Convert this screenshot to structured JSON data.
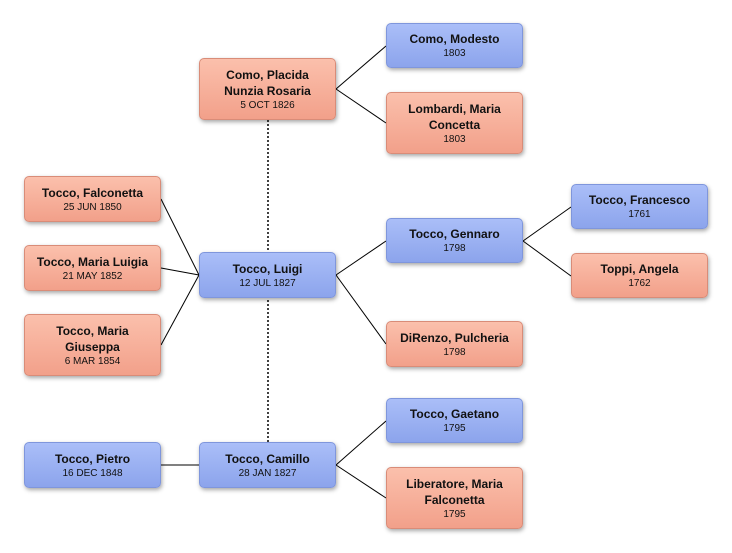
{
  "people": {
    "como_placida": {
      "name_lines": [
        "Como, Placida",
        "Nunzia Rosaria"
      ],
      "date": "5 OCT 1826"
    },
    "como_modesto": {
      "name_lines": [
        "Como, Modesto"
      ],
      "date": "1803"
    },
    "lombardi_maria": {
      "name_lines": [
        "Lombardi, Maria",
        "Concetta"
      ],
      "date": "1803"
    },
    "tocco_falconetta": {
      "name_lines": [
        "Tocco, Falconetta"
      ],
      "date": "25 JUN 1850"
    },
    "tocco_maria_luigia": {
      "name_lines": [
        "Tocco, Maria Luigia"
      ],
      "date": "21 MAY 1852"
    },
    "tocco_maria_giuseppa": {
      "name_lines": [
        "Tocco, Maria",
        "Giuseppa"
      ],
      "date": "6 MAR 1854"
    },
    "tocco_luigi": {
      "name_lines": [
        "Tocco, Luigi"
      ],
      "date": "12 JUL 1827"
    },
    "tocco_gennaro": {
      "name_lines": [
        "Tocco, Gennaro"
      ],
      "date": "1798"
    },
    "direnzo_pulcheria": {
      "name_lines": [
        "DiRenzo, Pulcheria"
      ],
      "date": "1798"
    },
    "tocco_francesco": {
      "name_lines": [
        "Tocco, Francesco"
      ],
      "date": "1761"
    },
    "toppi_angela": {
      "name_lines": [
        "Toppi, Angela"
      ],
      "date": "1762"
    },
    "tocco_pietro": {
      "name_lines": [
        "Tocco, Pietro"
      ],
      "date": "16 DEC 1848"
    },
    "tocco_camillo": {
      "name_lines": [
        "Tocco, Camillo"
      ],
      "date": "28 JAN 1827"
    },
    "tocco_gaetano": {
      "name_lines": [
        "Tocco, Gaetano"
      ],
      "date": "1795"
    },
    "liberatore_maria": {
      "name_lines": [
        "Liberatore, Maria",
        "Falconetta"
      ],
      "date": "1795"
    }
  },
  "colors": {
    "male": "#9bb1f3",
    "female": "#f7ad96",
    "line": "#000000"
  }
}
